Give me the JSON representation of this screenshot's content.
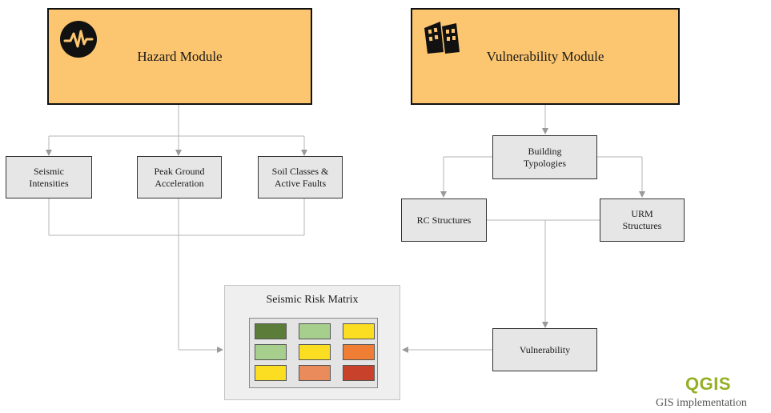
{
  "hazard_module": {
    "title": "Hazard Module",
    "icon": "seismograph-icon"
  },
  "vulnerability_module": {
    "title": "Vulnerability Module",
    "icon": "damaged-buildings-icon"
  },
  "hazard_inputs": {
    "seismic_intensities": "Seismic\nIntensities",
    "peak_ground_acceleration": "Peak Ground\nAcceleration",
    "soil_classes": "Soil Classes &\nActive Faults"
  },
  "vulnerability_inputs": {
    "building_typologies": "Building\nTypologies",
    "rc_structures": "RC Structures",
    "urm_structures": "URM\nStructures",
    "vulnerability": "Vulnerability"
  },
  "risk_matrix": {
    "title": "Seismic Risk Matrix",
    "cells": [
      [
        "#5c7d3a",
        "#a6ce8c",
        "#fbdd22"
      ],
      [
        "#a6ce8c",
        "#fbdd22",
        "#ef7d33"
      ],
      [
        "#fbdd22",
        "#e98b5b",
        "#c8412a"
      ]
    ]
  },
  "footer": {
    "logo": "QGIS",
    "caption": "GIS implementation"
  }
}
